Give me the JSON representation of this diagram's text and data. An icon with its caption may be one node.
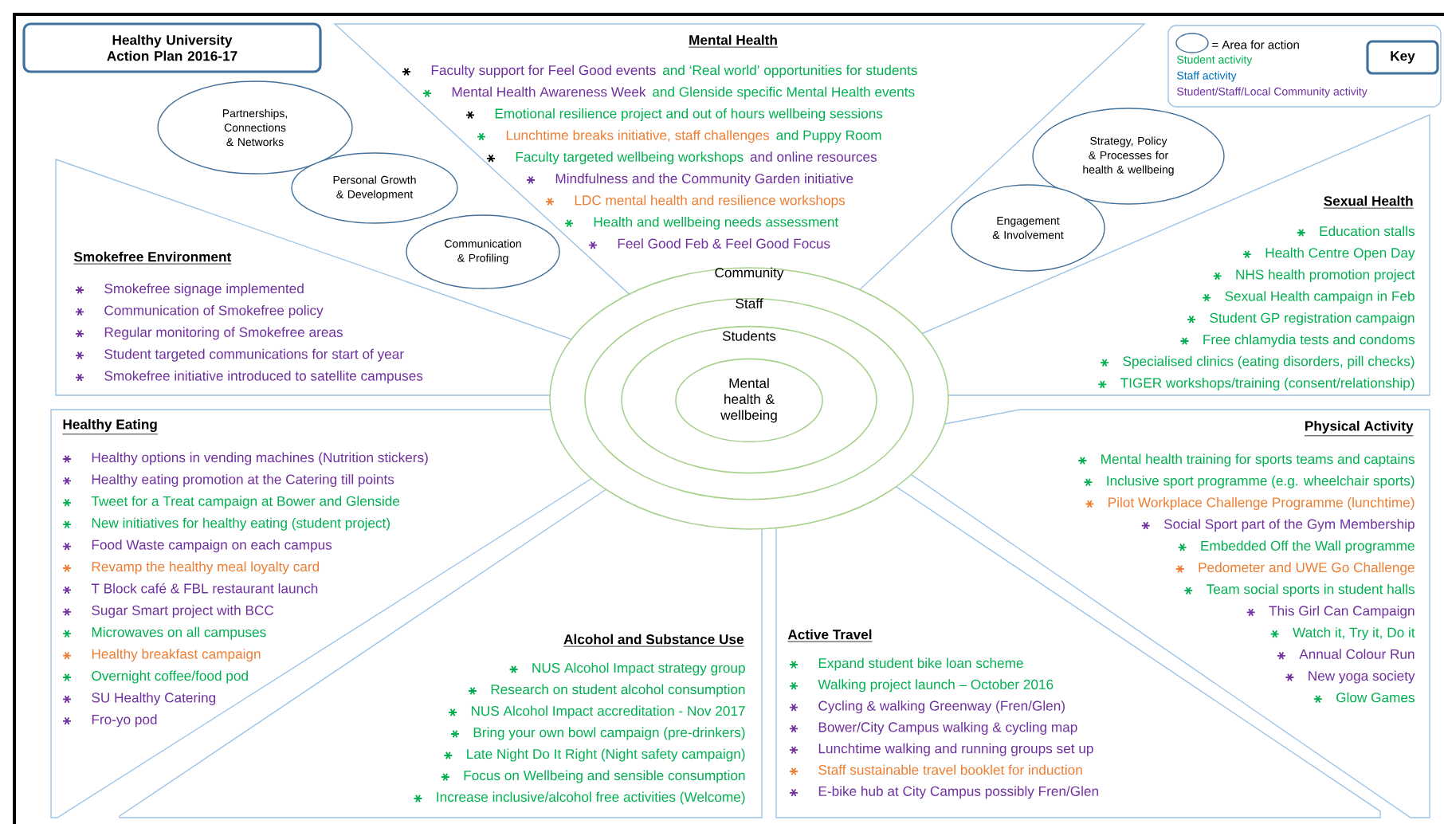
{
  "diagram": {
    "nodes": [
      {
        "text": [
          "Healthy University Action Plan 2016-17"
        ]
      },
      {
        "text": [
          "Partnerships, Connections & Networks"
        ]
      },
      {
        "text": [
          "Personal Growth & Development"
        ]
      },
      {
        "text": [
          "Communication & Profiling"
        ]
      },
      {
        "text": [
          "Strategy, Policy & Processes for health & wellbeing"
        ]
      },
      {
        "text": [
          "Engagement & Involvement"
        ]
      },
      {
        "text": [
          "Mental Health"
        ]
      },
      {
        "text": [
          "Smokefree Environment"
        ]
      },
      {
        "text": [
          "Sexual Health"
        ]
      },
      {
        "text": [
          "Healthy Eating"
        ]
      },
      {
        "text": [
          "Alcohol and Substance Use"
        ]
      },
      {
        "text": [
          "Physical Activity"
        ]
      },
      {
        "text": [
          "Active Travel"
        ]
      },
      {
        "text": [
          "Community"
        ]
      },
      {
        "text": [
          "Staff"
        ],
        "in": 13
      },
      {
        "text": [
          "Students"
        ],
        "in": 14
      },
      {
        "text": [
          "Mental health & wellbeing"
        ],
        "in": 15
      },
      {
        "text": [
          "Key"
        ]
      }
    ],
    "labels": [
      "Faculty support for Feel Good events",
      "and ‘Real world’ opportunities for students",
      "Mental Health Awareness Week",
      "and Glenside specific Mental Health events",
      "Emotional resilience project and out of hours wellbeing sessions",
      "Lunchtime breaks initiative, staff challenges",
      "and Puppy Room",
      "Faculty targeted wellbeing workshops",
      "and online resources",
      "Mindfulness and the Community Garden initiative",
      "LDC mental health and resilience workshops",
      "Health and wellbeing needs assessment",
      "Feel Good Feb & Feel Good Focus",
      "Smokefree signage implemented",
      "Communication of Smokefree policy",
      "Regular monitoring of Smokefree areas",
      "Student targeted communications for start of year",
      "Smokefree initiative introduced to satellite campuses",
      "Education stalls",
      "Health Centre Open Day",
      "NHS health promotion project",
      "Sexual Health campaign in Feb",
      "Student GP registration campaign",
      "Free chlamydia tests and condoms",
      "Specialised clinics (eating disorders, pill checks)",
      "TIGER workshops/training (consent/relationship)",
      "Healthy options in vending machines (Nutrition stickers)",
      "Healthy eating promotion at the Catering till points",
      "Tweet for a Treat campaign at Bower and Glenside",
      "New initiatives for healthy eating (student project)",
      "Food Waste campaign on each campus",
      "Revamp the healthy meal loyalty card",
      "T Block café & FBL restaurant launch",
      "Sugar Smart project with BCC",
      "Microwaves on all campuses",
      "Healthy breakfast campaign",
      "Overnight coffee/food pod",
      "SU Healthy Catering",
      "Fro-yo pod",
      "NUS Alcohol Impact strategy group",
      "Research on student alcohol consumption",
      "NUS Alcohol Impact accreditation - Nov 2017",
      "Bring your own bowl campaign (pre-drinkers)",
      "Late Night Do It Right (Night safety campaign)",
      "Focus on Wellbeing and sensible consumption",
      "Increase inclusive/alcohol free activities (Welcome)",
      "Mental health training for sports teams and captains",
      "Inclusive sport programme (e.g. wheelchair sports)",
      "Pilot Workplace Challenge Programme (lunchtime)",
      "Social Sport part of the Gym Membership",
      "Embedded Off the Wall programme",
      "Pedometer and UWE Go Challenge",
      "Team social sports in student halls",
      "This Girl Can Campaign",
      "Watch it, Try it, Do it",
      "Annual Colour Run",
      "New yoga society",
      "Glow Games",
      "Expand student bike loan scheme",
      "Walking project launch – October 2016",
      "Cycling & walking Greenway (Fren/Glen)",
      "Bower/City Campus walking & cycling map",
      "Lunchtime walking and running groups set up",
      "Staff sustainable travel booklet for induction",
      "E-bike hub at City Campus possibly Fren/Glen"
    ],
    "legend": [
      {
        "text": "= Area for action"
      },
      {
        "text": "Student activity",
        "color": "#00b050"
      },
      {
        "text": "Staff activity",
        "color": "#0070c0"
      },
      {
        "text": "Student/Staff/Local Community activity",
        "color": "#7030a0"
      }
    ]
  }
}
